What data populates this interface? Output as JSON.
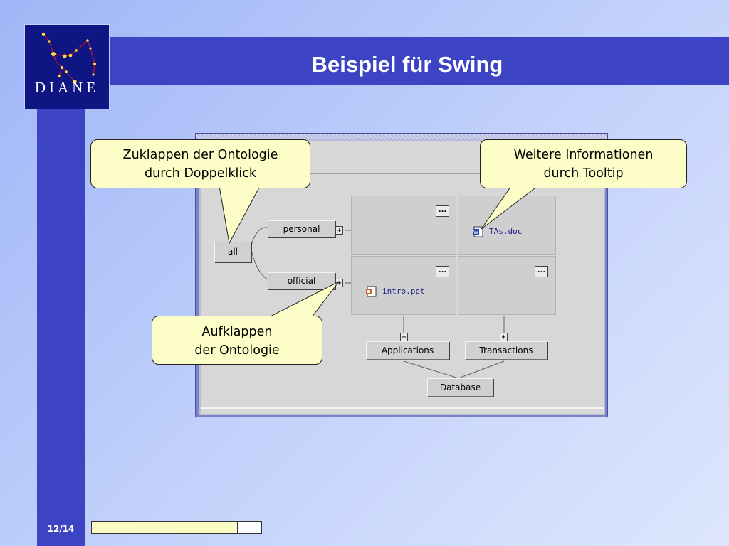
{
  "slide": {
    "title": "Beispiel für Swing",
    "logo_text": "DIANE",
    "page_number": "12/14",
    "progress_fraction": 0.857
  },
  "tree": {
    "root": "all",
    "children": [
      "personal",
      "official"
    ],
    "expand_symbol": "+",
    "more_symbol": "..."
  },
  "cells": {
    "personal_tas": {
      "file": "TAs.doc",
      "icon": "word-document-icon"
    },
    "official_apps": {
      "file": "intro.ppt",
      "icon": "powerpoint-document-icon"
    }
  },
  "categories": [
    "Applications",
    "Transactions"
  ],
  "base": "Database",
  "callouts": {
    "collapse": [
      "Zuklappen der Ontologie",
      "durch Doppelklick"
    ],
    "tooltip": [
      "Weitere Informationen",
      "durch Tooltip"
    ],
    "expand": [
      "Aufklappen",
      "der Ontologie"
    ]
  },
  "colors": {
    "bar_blue": "#3c44c4",
    "callout_bg": "#fdfdc8",
    "node_bg": "#d0d0d0",
    "file_text": "#23238e"
  }
}
